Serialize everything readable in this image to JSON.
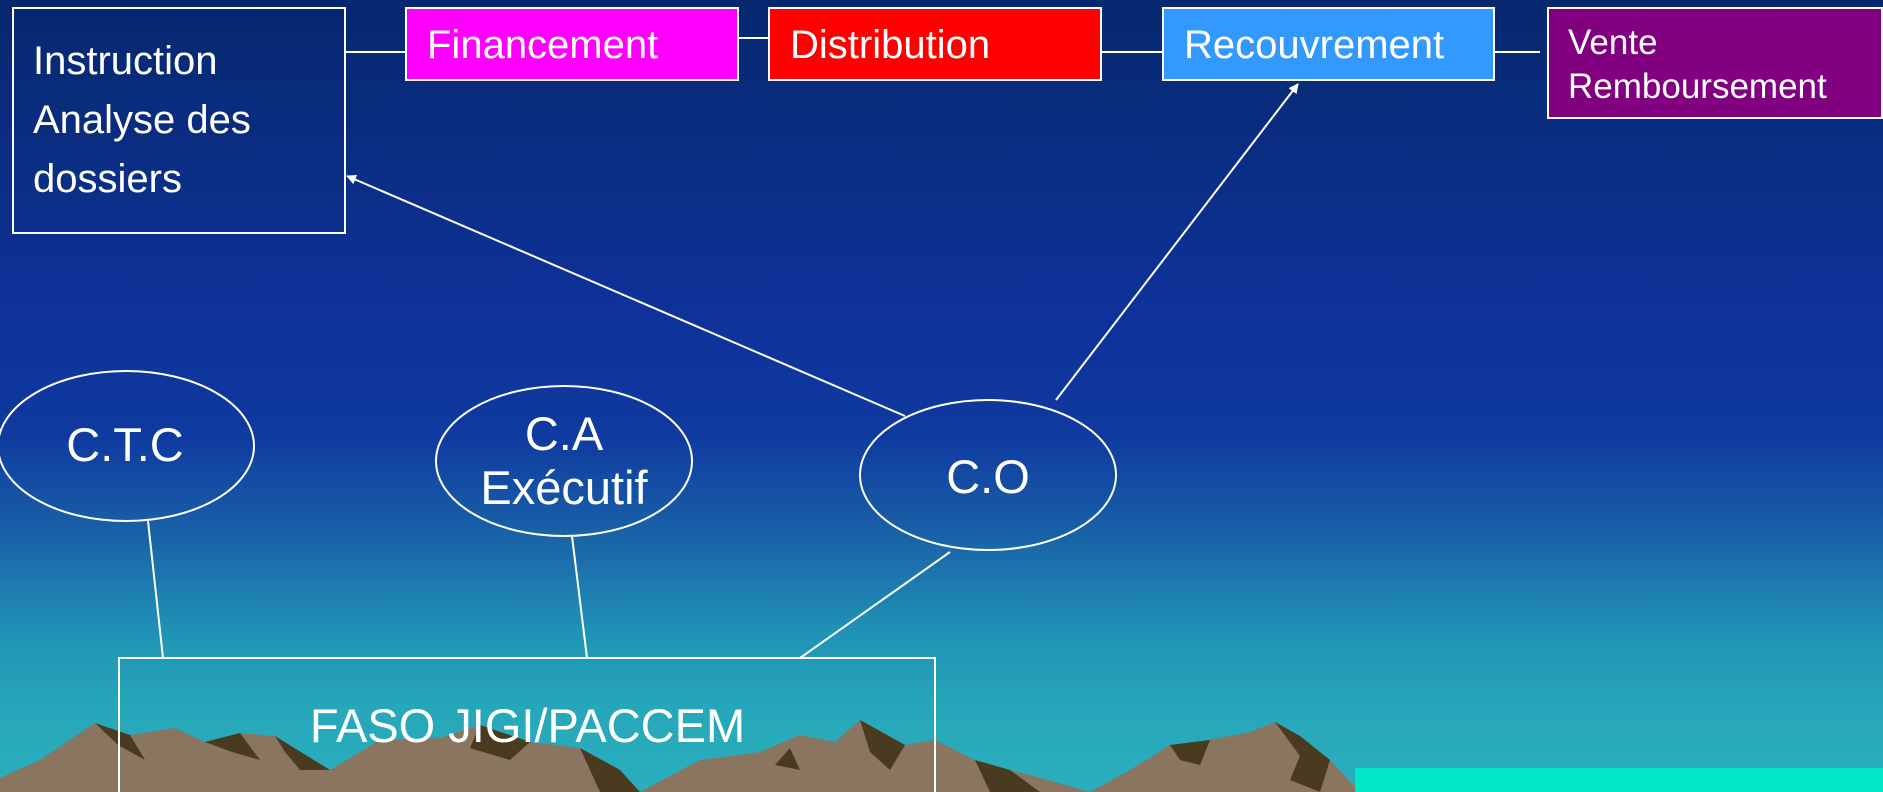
{
  "boxes": {
    "instruction": [
      "Instruction",
      "Analyse des",
      "dossiers"
    ],
    "financement": "Financement",
    "distribution": "Distribution",
    "recouvrement": "Recouvrement",
    "vente": [
      "Vente",
      "Remboursement"
    ]
  },
  "ellipses": {
    "ctc": "C.T.C",
    "ca": [
      "C.A",
      "Exécutif"
    ],
    "co": "C.O"
  },
  "base_box": "FASO JIGI/PACCEM",
  "colors": {
    "background_top": "#06286f",
    "background_bottom": "#2aaebd",
    "financement": "#ff00ff",
    "distribution": "#ff0000",
    "recouvrement": "#3399ff",
    "vente": "#800080",
    "mountain": "#8a7660",
    "mountain_shadow": "#4a3a20",
    "band": "#00e8c8"
  }
}
